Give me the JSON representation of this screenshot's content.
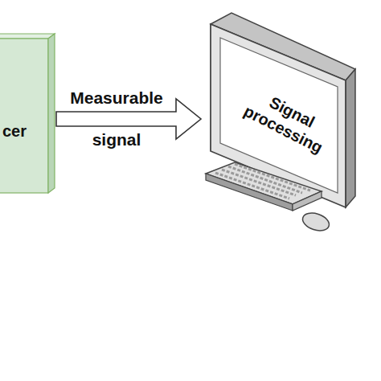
{
  "diagram": {
    "nodes": [
      {
        "text": [
          "cer"
        ]
      },
      {
        "text": [
          "Signal processing"
        ]
      }
    ],
    "edges": [
      {
        "from": 0,
        "to": 1,
        "arrow": "to",
        "label": "Measurable signal"
      }
    ]
  }
}
